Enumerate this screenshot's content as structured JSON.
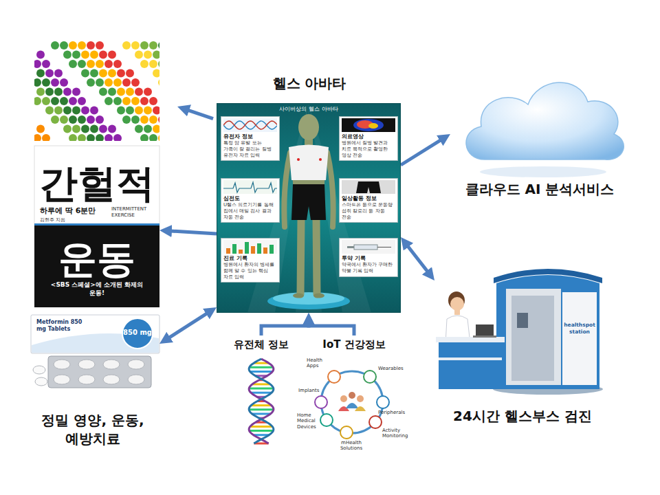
{
  "diagram": {
    "nodes": [
      {
        "text": [
          "헬스 아바타",
          "사이버상의 헬스 아바타"
        ]
      },
      {
        "text": [
          "유전자 정보",
          "특정 암 유발 또는 가족이 잘 걸리는 질병 유전자 자료 입력"
        ],
        "in": 0
      },
      {
        "text": [
          "심전도",
          "U헬스 의료기기를 통해 집에서 매일 검사 결과 자동 전송"
        ],
        "in": 0
      },
      {
        "text": [
          "진료 기록",
          "병원에서 환자의 병세를 함께 알 수 있는 핵심 자료 입력"
        ],
        "in": 0
      },
      {
        "text": [
          "의료영상",
          "병원에서 질병 발견과 치료 목적으로 촬영한 영상 전송"
        ],
        "in": 0
      },
      {
        "text": [
          "일상활동 정보",
          "스마트폰 등으로 운동량 섭취 칼로리 등 자동 전송"
        ],
        "in": 0
      },
      {
        "text": [
          "투약 기록",
          "약국에서 환자가 구매한 약물 기록 입력"
        ],
        "in": 0
      },
      {
        "text": [
          "간헐적 운동",
          "하루에 딱 6분만",
          "김현주 지음",
          "INTERMITTENT EXERCISE",
          "<SBS 스페셜>에 소개된 화제의 운동!"
        ]
      },
      {
        "text": [
          "Metformin 850 mg Tablets",
          "850 mg"
        ]
      },
      {
        "text": [
          "클라우드 AI 분석서비스"
        ]
      },
      {
        "text": [
          "healthspot station",
          "24시간 헬스부스 검진"
        ]
      },
      {
        "text": [
          "유전체 정보"
        ]
      },
      {
        "text": [
          "IoT 건강정보",
          "Health Apps",
          "Wearables",
          "Implants",
          "Peripherals",
          "Home Medical Devices",
          "Activity Monitoring",
          "mHealth Solutions"
        ]
      }
    ],
    "edges": [
      {
        "from": 0,
        "to": 7,
        "arrow": "to"
      },
      {
        "from": 0,
        "to": 8,
        "arrow": "both"
      },
      {
        "from": 0,
        "to": 9,
        "arrow": "to"
      },
      {
        "from": 0,
        "to": 10,
        "arrow": "both"
      },
      {
        "from": 11,
        "to": 0,
        "arrow": "to"
      },
      {
        "from": 12,
        "to": 0,
        "arrow": "to"
      }
    ],
    "labels": [
      "정밀 영양, 운동, 예방치료"
    ]
  }
}
